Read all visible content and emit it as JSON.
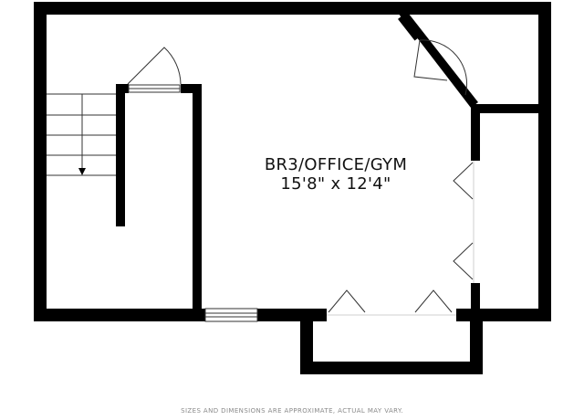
{
  "room": {
    "name": "BR3/OFFICE/GYM",
    "dimensions": "15'8\" x 12'4\""
  },
  "footer": {
    "disclaimer": "SIZES AND DIMENSIONS ARE APPROXIMATE, ACTUAL MAY VARY."
  },
  "colors": {
    "wall": "#000000",
    "line": "#333333",
    "background": "#ffffff",
    "disclaimer": "#8a8a8a"
  },
  "icons": {
    "stair_arrow": "arrow-down-icon",
    "door_swing": "door-swing-icon"
  }
}
